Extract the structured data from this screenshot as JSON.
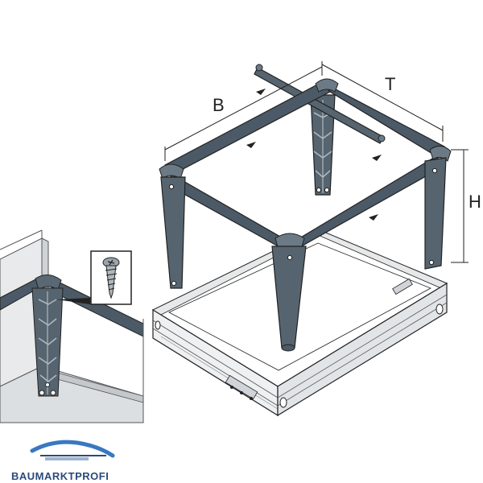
{
  "dimensions": {
    "width_label": "B",
    "depth_label": "T",
    "height_label": "H"
  },
  "brand": {
    "name": "BAUMARKTPROFI"
  },
  "colors": {
    "frame": "#4b5a66",
    "frame_light": "#6c7a86",
    "drawer": "#e6e8ea",
    "line": "#222222",
    "logo": "#2a4a7a"
  },
  "icons": [
    "screw-icon"
  ]
}
